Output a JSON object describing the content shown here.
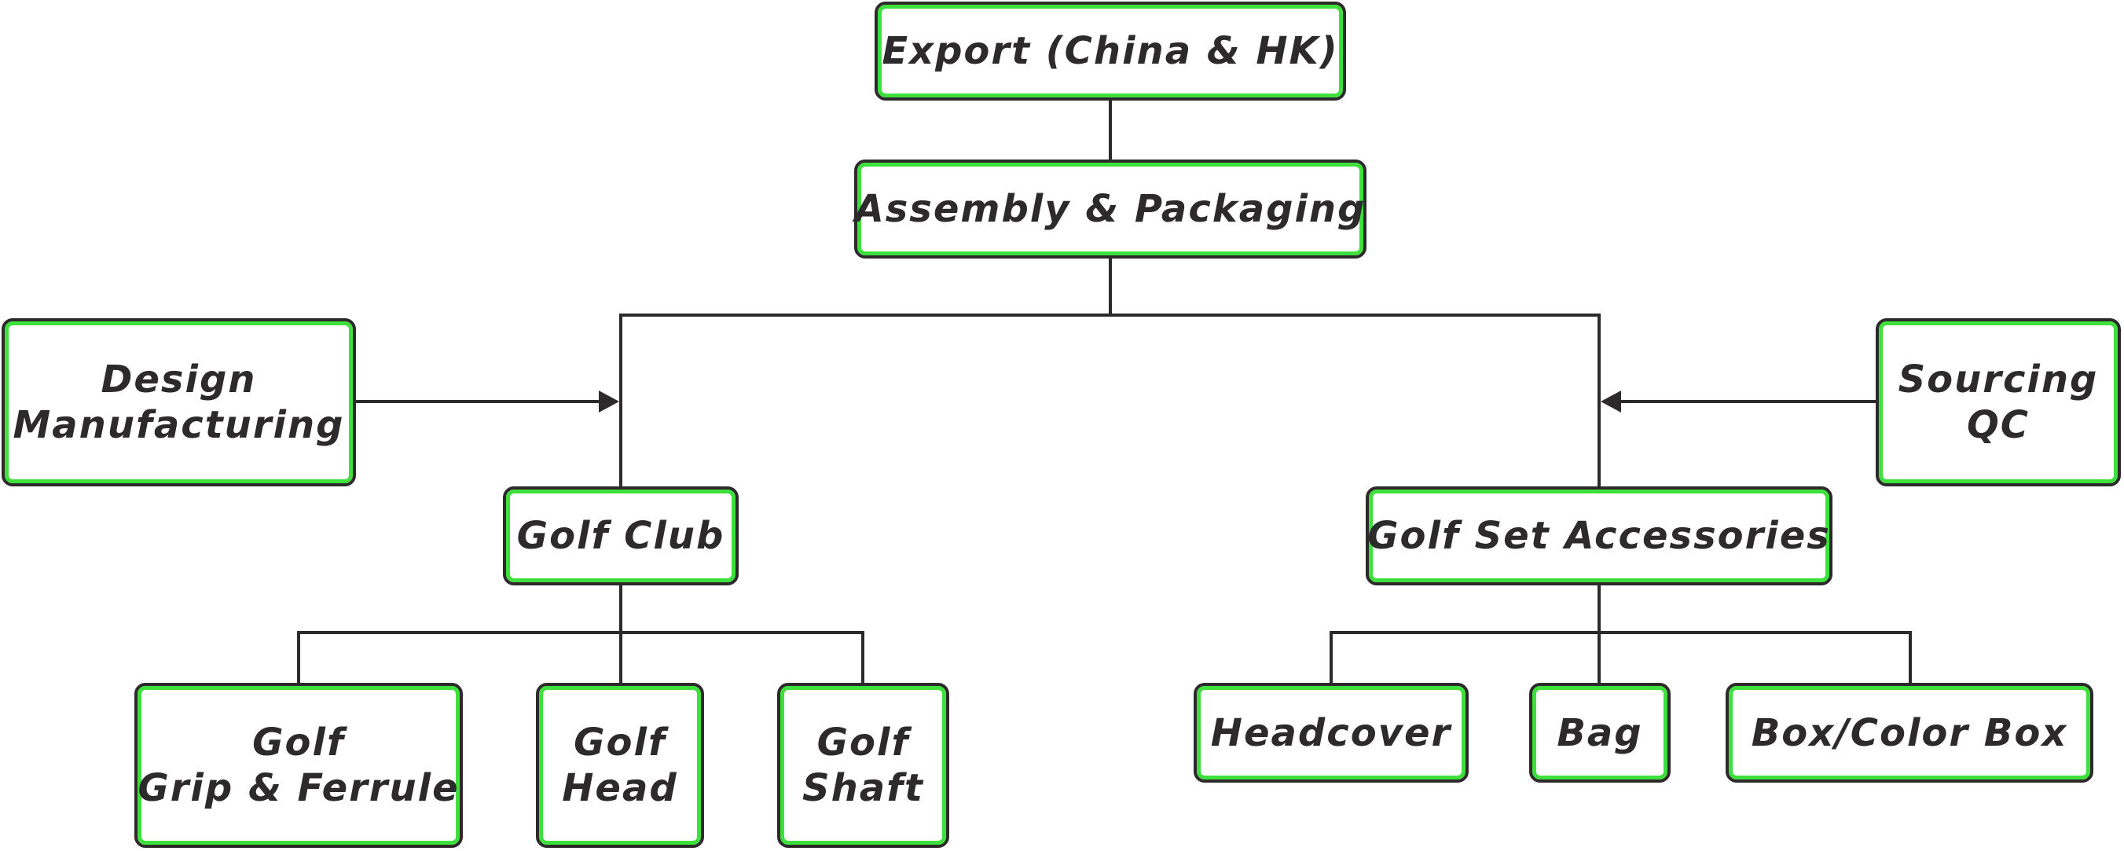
{
  "diagram": {
    "export": {
      "label": "Export (China & HK)"
    },
    "assembly": {
      "label": "Assembly & Packaging"
    },
    "design": {
      "line1": "Design",
      "line2": "Manufacturing"
    },
    "sourcing": {
      "line1": "Sourcing",
      "line2": "QC"
    },
    "golf_club": {
      "label": "Golf Club"
    },
    "accessories": {
      "label": "Golf Set Accessories"
    },
    "grip": {
      "line1": "Golf",
      "line2": "Grip & Ferrule"
    },
    "head": {
      "line1": "Golf",
      "line2": "Head"
    },
    "shaft": {
      "line1": "Golf",
      "line2": "Shaft"
    },
    "headcover": {
      "label": "Headcover"
    },
    "bag": {
      "label": "Bag"
    },
    "box": {
      "label": "Box/Color Box"
    }
  }
}
